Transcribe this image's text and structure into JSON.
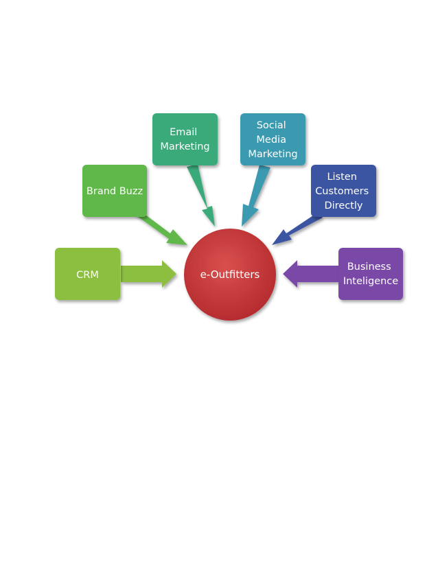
{
  "hub": {
    "label": "e-Outfitters",
    "color": "#c0393b"
  },
  "nodes": [
    {
      "id": "crm",
      "lines": [
        "CRM"
      ],
      "color": "#8cbf3f"
    },
    {
      "id": "brand-buzz",
      "lines": [
        "Brand Buzz"
      ],
      "color": "#5fb84a"
    },
    {
      "id": "email-marketing",
      "lines": [
        "Email",
        "Marketing"
      ],
      "color": "#3aaa7a"
    },
    {
      "id": "social-media-marketing",
      "lines": [
        "Social",
        "Media",
        "Marketing"
      ],
      "color": "#3a9ab0"
    },
    {
      "id": "listen-customers-directly",
      "lines": [
        "Listen",
        "Customers",
        "Directly"
      ],
      "color": "#3a55a3"
    },
    {
      "id": "business-inteligence",
      "lines": [
        "Business",
        "Inteligence"
      ],
      "color": "#7a4aa8"
    }
  ]
}
